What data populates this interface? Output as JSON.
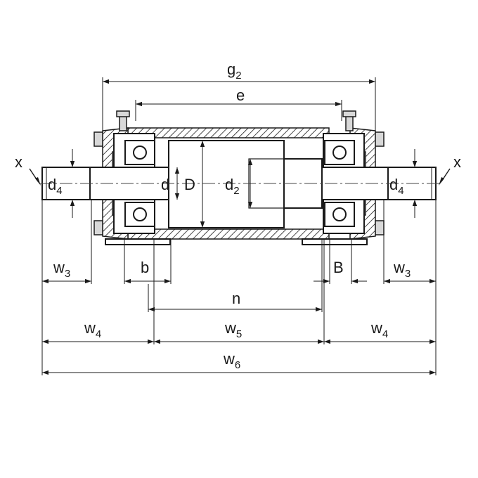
{
  "labels": {
    "g": "g",
    "g_sub": "2",
    "e": "e",
    "x_left": "x",
    "x_right": "x",
    "d4_left": "d",
    "d4_left_sub": "4",
    "d4_right": "d",
    "d4_right_sub": "4",
    "d": "d",
    "D": "D",
    "d2": "d",
    "d2_sub": "2",
    "w3_left": "w",
    "w3_left_sub": "3",
    "w3_right": "w",
    "w3_right_sub": "3",
    "b": "b",
    "B": "B",
    "n": "n",
    "w4_left": "w",
    "w4_left_sub": "4",
    "w5": "w",
    "w5_sub": "5",
    "w4_right": "w",
    "w4_right_sub": "4",
    "w6": "w",
    "w6_sub": "6"
  }
}
